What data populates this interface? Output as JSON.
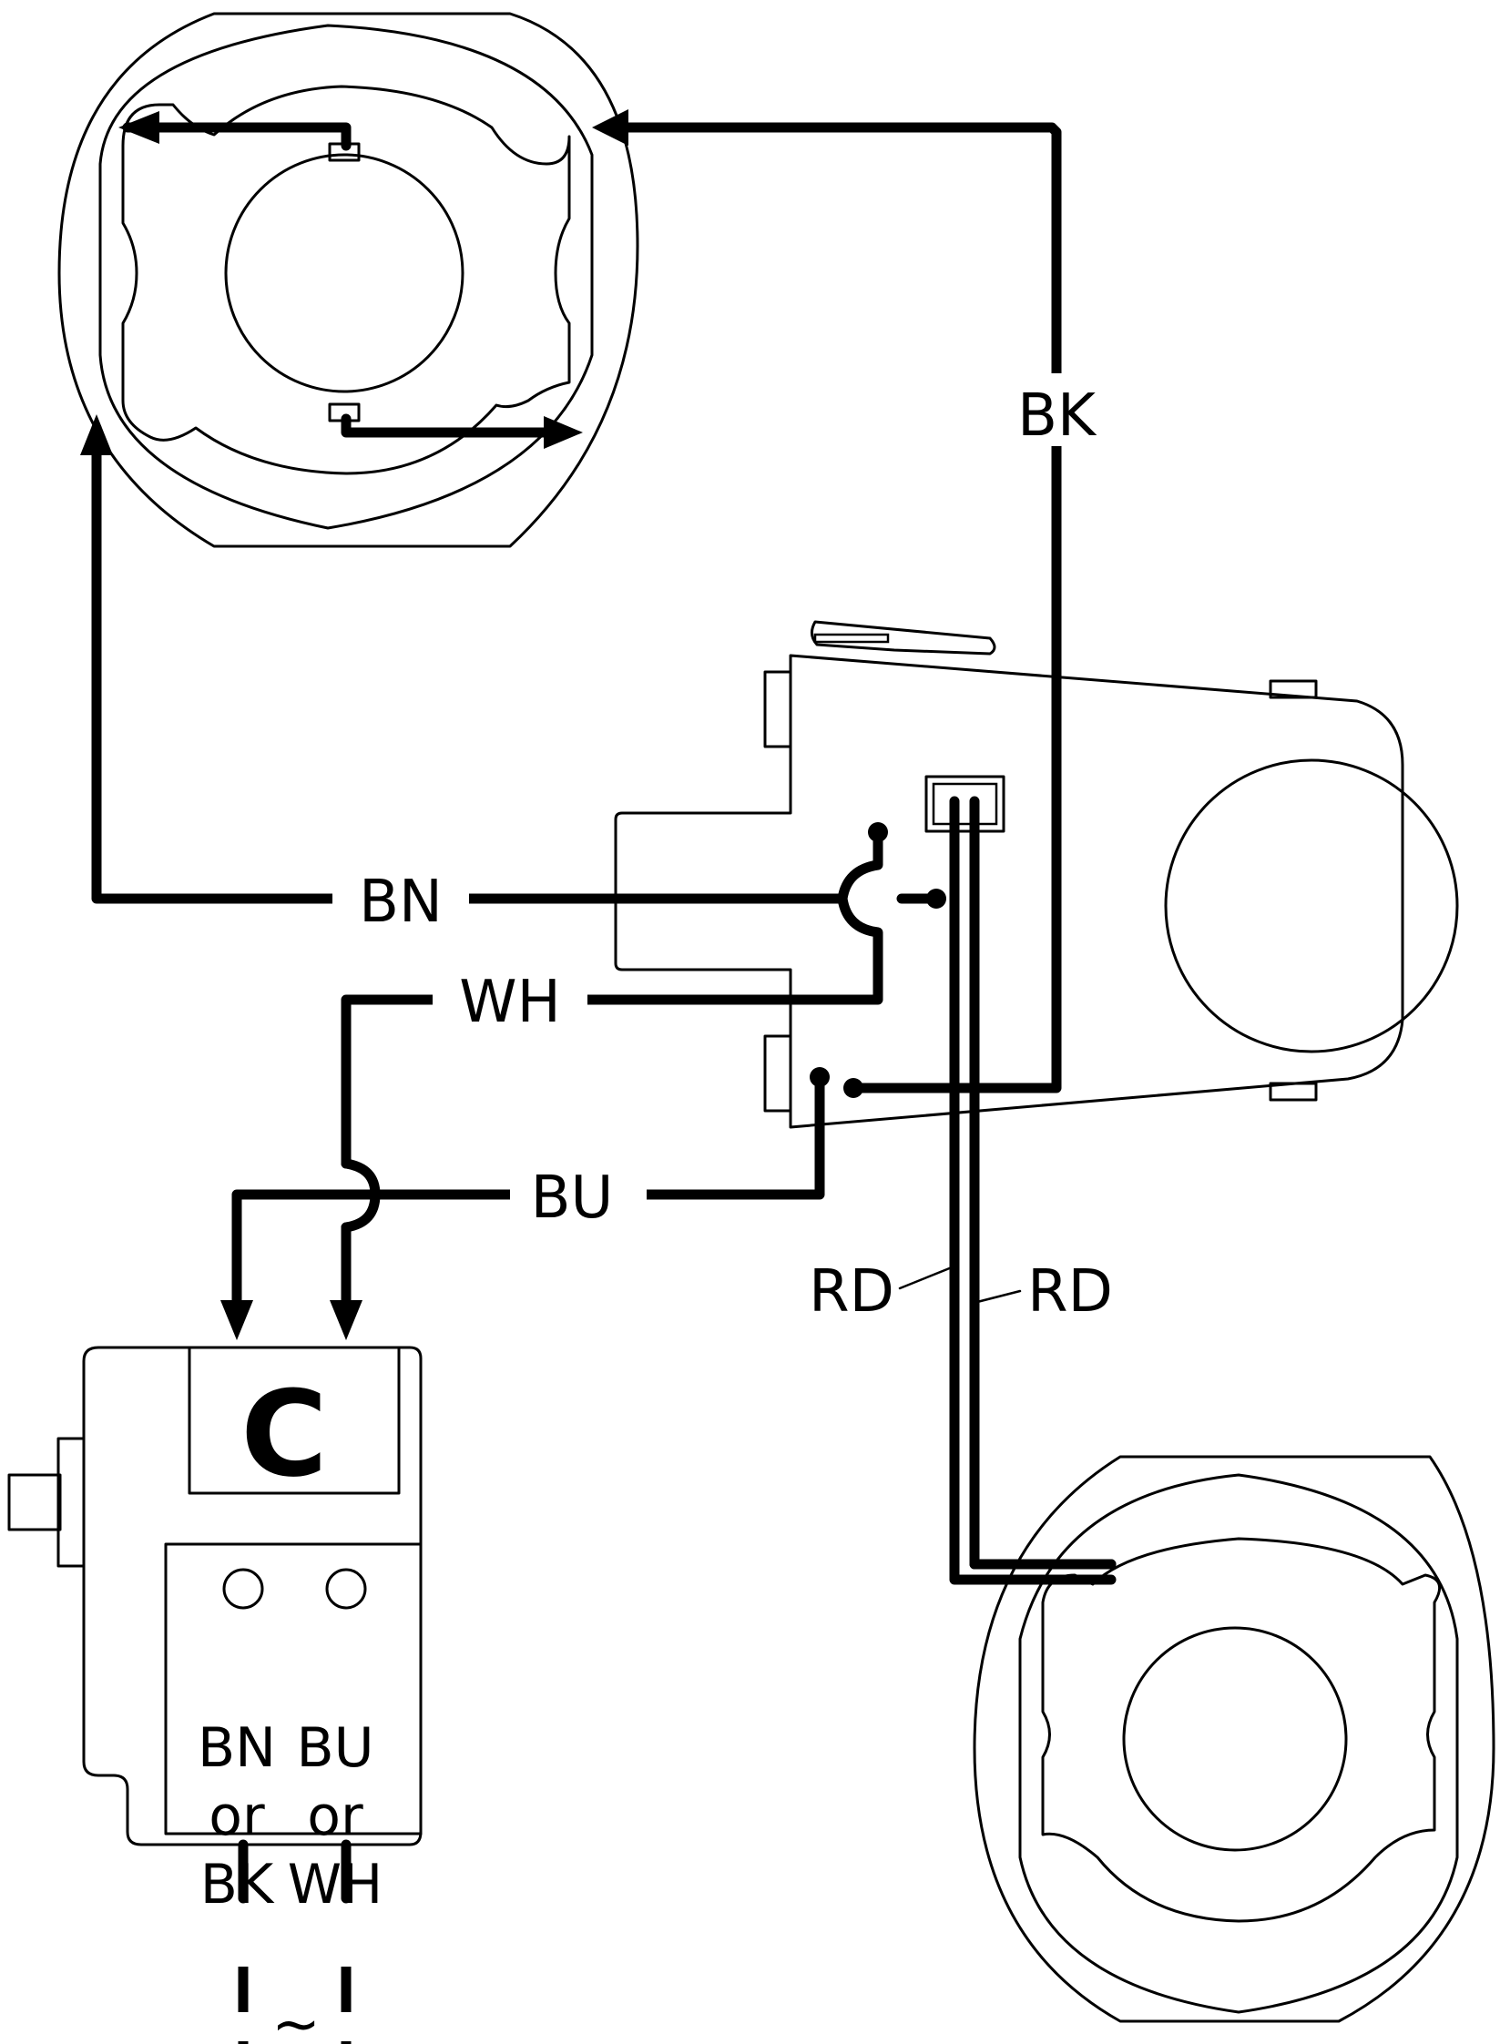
{
  "labels": {
    "bk": "BK",
    "bn": "BN",
    "wh": "WH",
    "bu": "BU",
    "rd_left": "RD",
    "rd_right": "RD",
    "capacitor": "C",
    "supply_left": [
      "BN",
      "or",
      "BK"
    ],
    "supply_right": [
      "BU",
      "or",
      "WH"
    ],
    "ac_symbol": "~"
  },
  "colors": {
    "line": "#000000",
    "background": "#ffffff"
  }
}
